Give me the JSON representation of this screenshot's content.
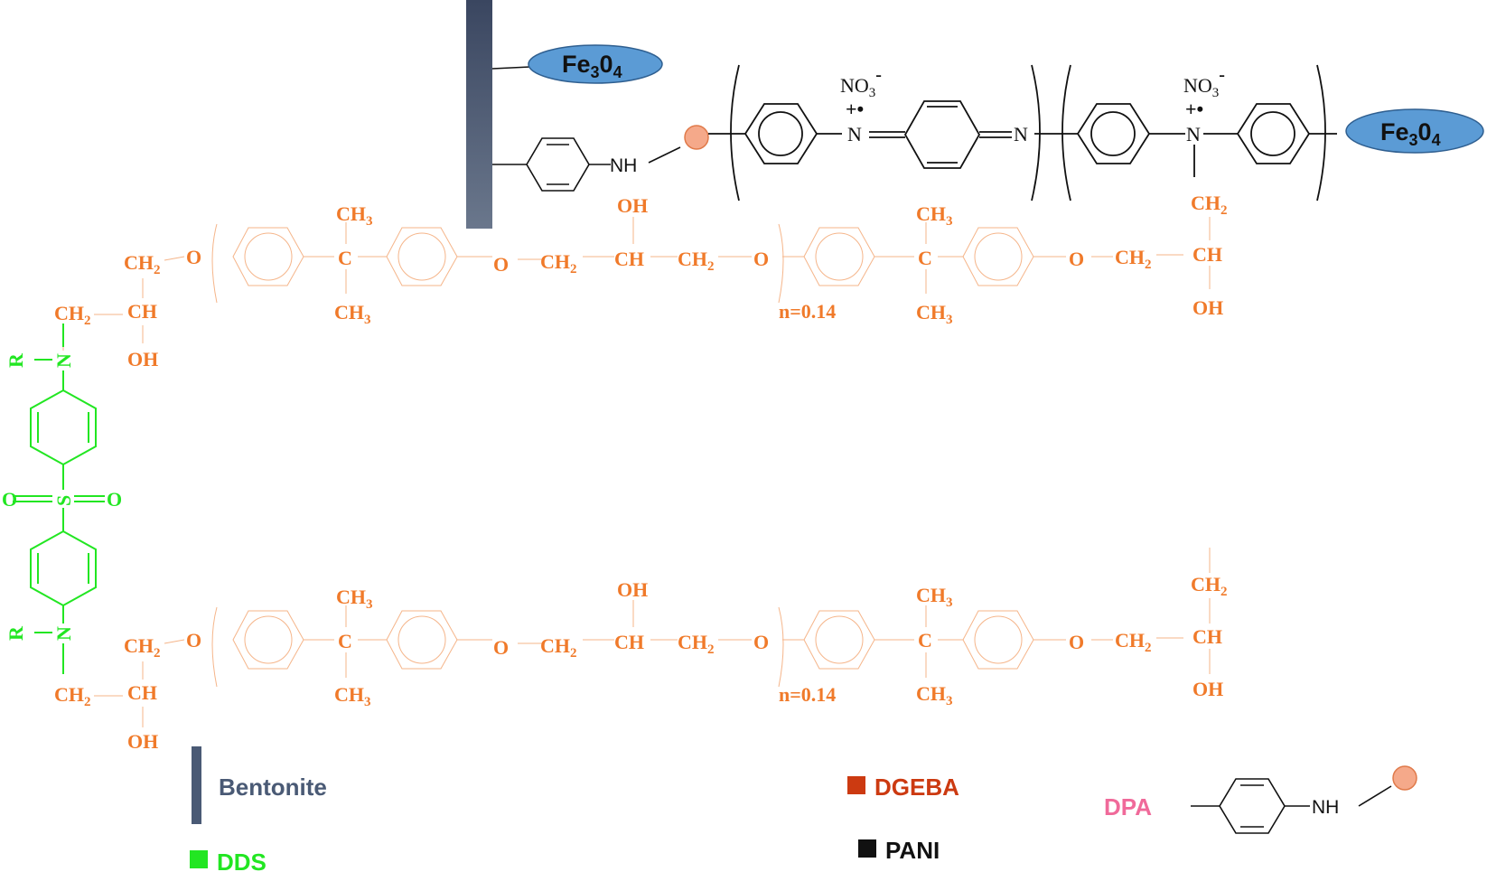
{
  "colors": {
    "dgeba": "#f07a2a",
    "dgeba_legend": "#cc3a11",
    "dds": "#22e622",
    "pani": "#111111",
    "bentonite": "#4a5a75",
    "dpa": "#f06a9a",
    "fe3o4_fill": "#5b9bd5",
    "dpa_ball": "#f5a98a"
  },
  "fe3o4": {
    "main": "Fe",
    "sub1": "3",
    "mid": "0",
    "sub2": "4"
  },
  "pani": {
    "nh": "NH",
    "n": "N",
    "no3_main": "NO",
    "no3_sub": "3",
    "no3_charge": "-",
    "radical": "+•"
  },
  "dgeba": {
    "ch3_main": "CH",
    "ch3_sub": "3",
    "ch2_main": "CH",
    "ch2_sub": "2",
    "ch": "CH",
    "oh": "OH",
    "o": "O",
    "c": "C",
    "repeat": "n=0.14"
  },
  "dds": {
    "r": "R",
    "n": "N",
    "s": "S",
    "o": "O"
  },
  "legend": {
    "bentonite": "Bentonite",
    "dgeba": "DGEBA",
    "pani": "PANI",
    "dds": "DDS",
    "dpa": "DPA",
    "dpa_nh": "NH"
  }
}
